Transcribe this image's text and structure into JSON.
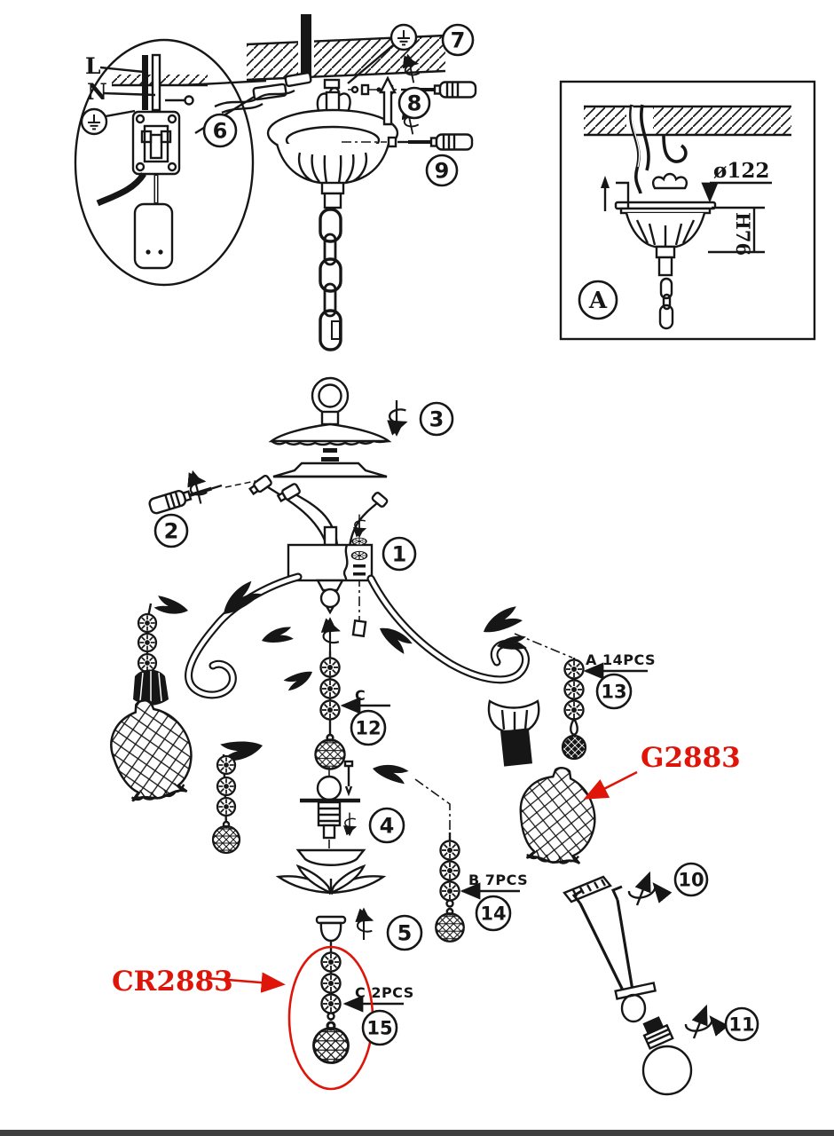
{
  "colors": {
    "ink": "#161616",
    "red": "#de1508",
    "paper": "#ffffff",
    "scan_bar": "#3f3f3f"
  },
  "wiring": {
    "live": "L",
    "neutral": "N"
  },
  "steps": {
    "n1": "1",
    "n2": "2",
    "n3": "3",
    "n4": "4",
    "n5": "5",
    "n6": "6",
    "n7": "7",
    "n8": "8",
    "n9": "9",
    "n10": "10",
    "n11": "11",
    "n12": "12",
    "n13": "13",
    "n14": "14",
    "n15": "15"
  },
  "detail_view": {
    "label": "A",
    "diameter": "ø122",
    "height": "H76"
  },
  "callouts": {
    "bead_a": "A 14PCS",
    "bead_b": "B 7PCS",
    "bead_c": "C 2PCS",
    "spacer": "C"
  },
  "part_numbers": {
    "shade": "G2883",
    "crystal_strand": "CR2883"
  }
}
